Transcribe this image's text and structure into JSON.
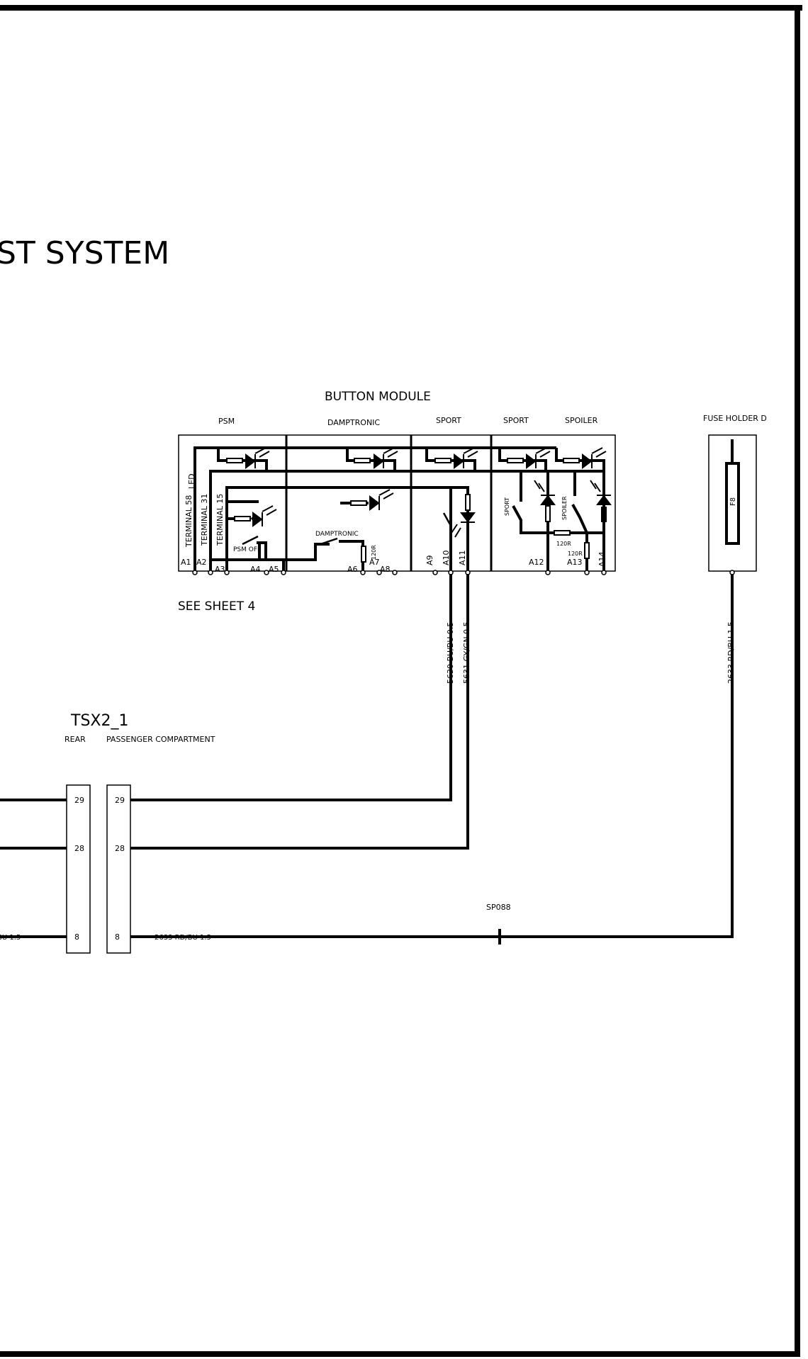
{
  "sheet": {
    "title": "ST SYSTEM",
    "see_sheet": "SEE SHEET 4"
  },
  "button_module": {
    "title": "BUTTON MODULE",
    "sections": [
      "PSM",
      "DAMPTRONIC",
      "SPORT",
      "SPORT",
      "SPOILER"
    ],
    "internal_labels": {
      "terminal58": "TERMINAL 58",
      "terminal31": "TERMINAL 31",
      "terminal15": "TERMINAL 15",
      "led": "LED",
      "psm_off": "PSM  OFF",
      "damptronic_switch": "DAMPTRONIC",
      "sport_switch": "SPORT",
      "spoiler_switch": "SPOILER",
      "r120a": "120R",
      "r120b": "120R",
      "r120c": "120R"
    },
    "pins": [
      "A1",
      "A2",
      "A3",
      "A4",
      "A5",
      "A6",
      "A7",
      "A8",
      "A9",
      "A10",
      "A11",
      "A12",
      "A13",
      "A14"
    ]
  },
  "fuse_holder": {
    "title": "FUSE HOLDER D",
    "fuse": "F8"
  },
  "connector": {
    "name": "TSX2_1",
    "rear_label": "REAR",
    "passenger_label": "PASSENGER COMPARTMENT",
    "pins": [
      "29",
      "28",
      "8"
    ]
  },
  "wires": {
    "w5630": "5630 BU/BU 0.5",
    "w5631": "5631 GY/GN 0.5",
    "w2633_vertical": "2633 RD/BU 1.5",
    "w2633_left": "BU 1.5",
    "w2633_right": "2633 RD/BU 1.5"
  },
  "splice": "SP088",
  "colors": {
    "line": "#000000",
    "background": "#ffffff"
  }
}
